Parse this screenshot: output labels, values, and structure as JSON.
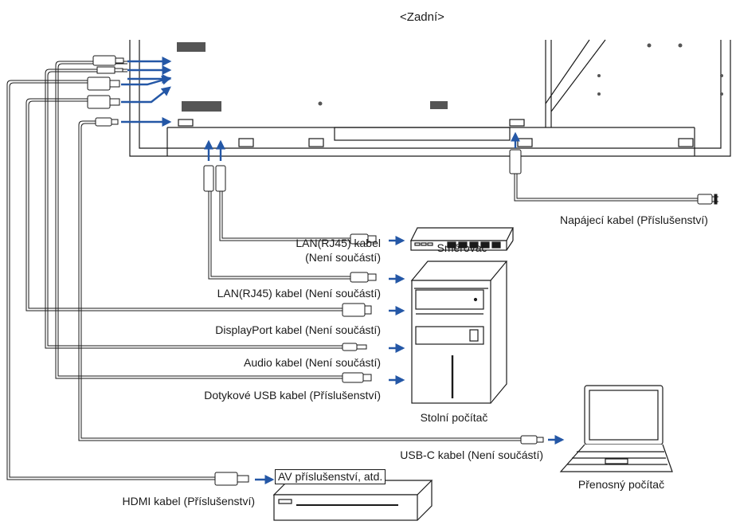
{
  "title": "<Zadní>",
  "labels": {
    "power_cable": "Napájecí kabel (Příslušenství)",
    "lan_cable_1_line1": "LAN(RJ45) kabel",
    "lan_cable_1_line2": "(Není součástí)",
    "router": "Směrovač",
    "lan_cable_2": "LAN(RJ45) kabel (Není součástí)",
    "displayport_cable": "DisplayPort kabel (Není součástí)",
    "audio_cable": "Audio kabel (Není součástí)",
    "touch_usb_cable": "Dotykové USB kabel (Příslušenství)",
    "desktop_pc": "Stolní počítač",
    "usbc_cable": "USB-C kabel (Není součástí)",
    "laptop": "Přenosný počítač",
    "av_equipment": "AV příslušenství, atd.",
    "hdmi_cable": "HDMI kabel (Příslušenství)"
  },
  "colors": {
    "arrow": "#2457a6",
    "line": "#1a1a1a",
    "cable_fill": "#d9d9d9"
  },
  "icons": [
    "router-icon",
    "desktop-pc-icon",
    "laptop-icon",
    "av-equipment-icon",
    "power-plug-icon"
  ]
}
